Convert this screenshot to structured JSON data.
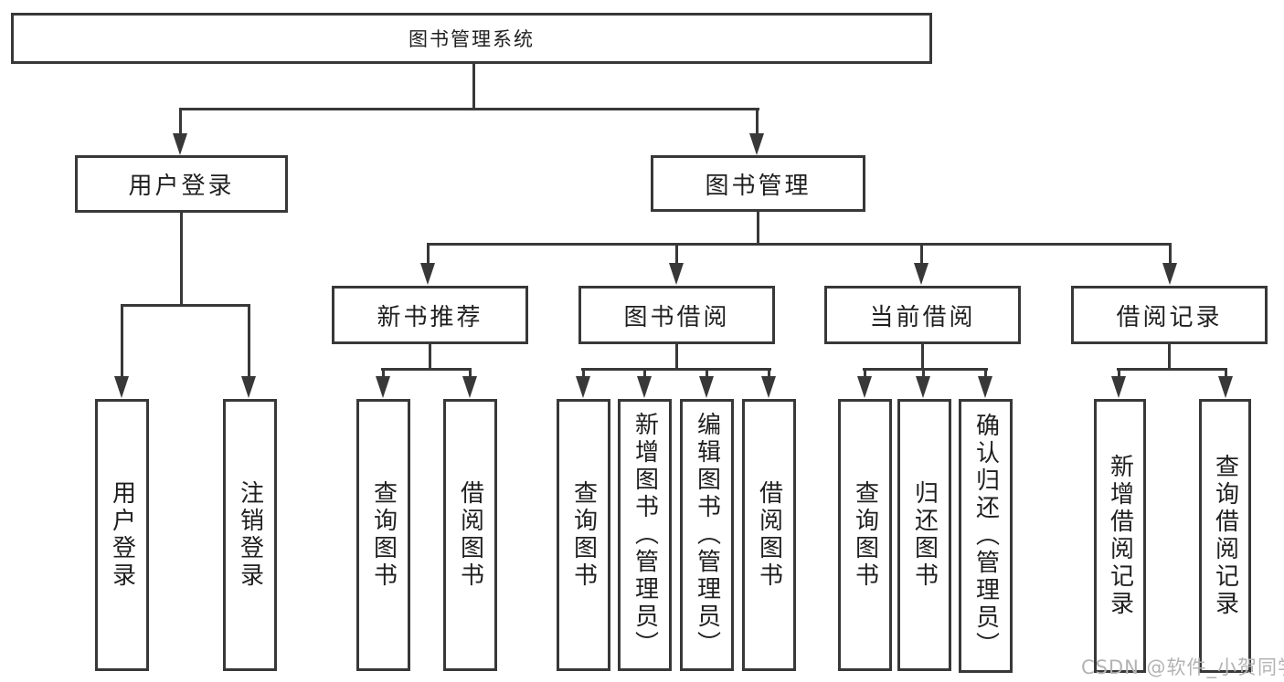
{
  "tree": {
    "root": "图书管理系统",
    "branches": {
      "user_login": {
        "label": "用户登录",
        "children": [
          "用户登录",
          "注销登录"
        ]
      },
      "book_mgmt": {
        "label": "图书管理",
        "sections": {
          "new_book": {
            "label": "新书推荐",
            "children": [
              "查询图书",
              "借阅图书"
            ]
          },
          "borrow": {
            "label": "图书借阅",
            "children": [
              "查询图书",
              "新增图书（管理员）",
              "编辑图书（管理员）",
              "借阅图书"
            ]
          },
          "current": {
            "label": "当前借阅",
            "children": [
              "查询图书",
              "归还图书",
              "确认归还（管理员）"
            ]
          },
          "records": {
            "label": "借阅记录",
            "children": [
              "新增借阅记录",
              "查询借阅记录"
            ]
          }
        }
      }
    }
  },
  "watermark": {
    "text": "CSDN @软件_小贺同学"
  },
  "colors": {
    "line": "#383838",
    "box_border": "#383838",
    "box_fill": "#ffffff",
    "text": "#1f1f1f",
    "watermark": "#b3b3b3",
    "background": "#ffffff"
  }
}
